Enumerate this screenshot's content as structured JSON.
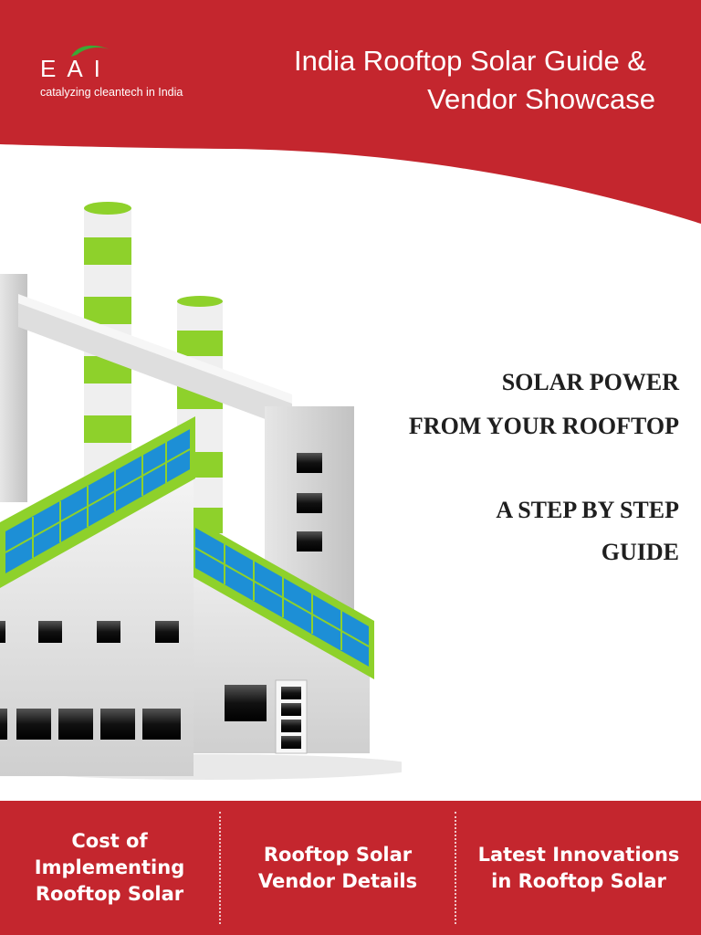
{
  "brand": {
    "logo_text": "EAI",
    "tagline": "catalyzing cleantech in India"
  },
  "header": {
    "title_line1": "India Rooftop Solar Guide &",
    "title_line2": "Vendor Showcase"
  },
  "headline": {
    "line1": "SOLAR POWER",
    "line2": "FROM YOUR ROOFTOP",
    "line3": "A STEP BY STEP",
    "line4": "GUIDE"
  },
  "footer": {
    "items": [
      {
        "text": "Cost of\nImplementing\nRooftop Solar"
      },
      {
        "text": "Rooftop Solar\nVendor Details"
      },
      {
        "text": "Latest Innovations\nin Rooftop Solar"
      }
    ]
  },
  "colors": {
    "brand_red": "#c4262e",
    "accent_green": "#8ed12b",
    "panel_blue": "#1d8fd6",
    "building_grey": "#d8d8d8"
  }
}
